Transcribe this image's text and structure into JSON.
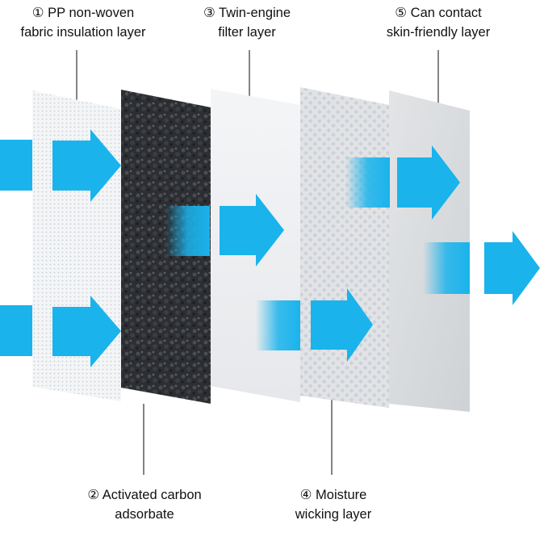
{
  "labels": {
    "layer1": {
      "line1": "① PP non-woven",
      "line2": "fabric insulation layer"
    },
    "layer2": {
      "line1": "② Activated carbon",
      "line2": "adsorbate"
    },
    "layer3": {
      "line1": "③ Twin-engine",
      "line2": "filter layer"
    },
    "layer4": {
      "line1": "④ Moisture",
      "line2": "wicking layer"
    },
    "layer5": {
      "line1": "⑤ Can contact",
      "line2": "skin-friendly layer"
    }
  },
  "colors": {
    "arrow": "#1ab3ec",
    "layer1": "#f2f4f6",
    "layer2": "#2e3034",
    "layer3": "#eef0f2",
    "layer4": "#e3e5e8",
    "layer5": "#d9dcdf",
    "text": "#111111"
  }
}
